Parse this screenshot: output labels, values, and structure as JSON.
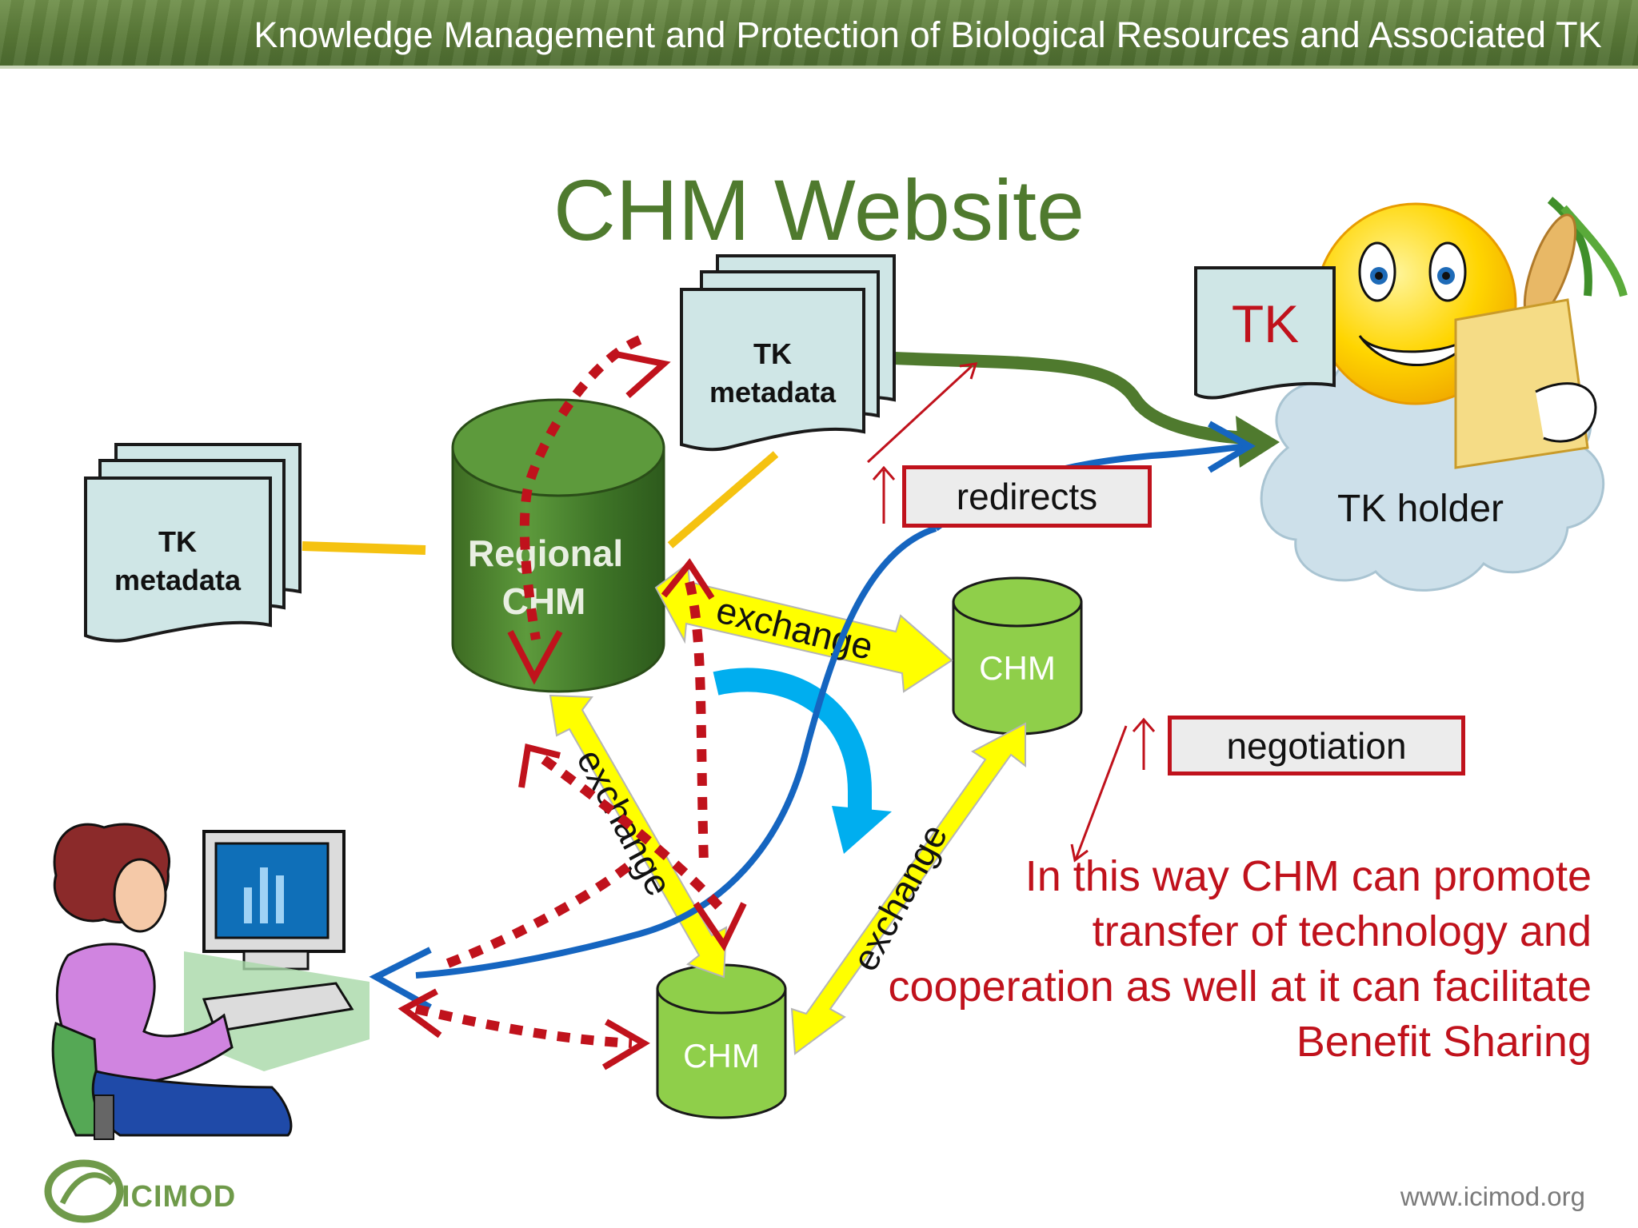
{
  "header": {
    "text": "Knowledge Management and Protection of Biological Resources and Associated TK"
  },
  "title": "CHM Website",
  "nodes": {
    "tk_metadata_left": "TK metadata",
    "tk_metadata_top": "TK metadata",
    "regional_chm": "Regional CHM",
    "chm_right": "CHM",
    "chm_bottom": "CHM",
    "tk_doc": "TK",
    "tk_holder": "TK holder"
  },
  "labels": {
    "redirects": "redirects",
    "negotiation": "negotiation",
    "exchange_top": "exchange",
    "exchange_left": "exchange",
    "exchange_right": "exchange"
  },
  "body_text": "In this way CHM can promote transfer of technology and cooperation as well at it can facilitate Benefit Sharing",
  "logo": {
    "text": "ICIMOD"
  },
  "footer": {
    "url": "www.icimod.org"
  },
  "colors": {
    "title": "#4f7a2e",
    "header_bg": "#5a7a38",
    "accent_red": "#c0121c",
    "doc_fill": "#cfe6e6",
    "chm_green": "#8fcf4a",
    "regional_green": "#3e7a2a",
    "exchange_yellow": "#ffff00",
    "link_yellow": "#f5c211",
    "redirect_blue": "#1565c0",
    "cycle_blue": "#00aeef",
    "cloud": "#cde0ea"
  }
}
